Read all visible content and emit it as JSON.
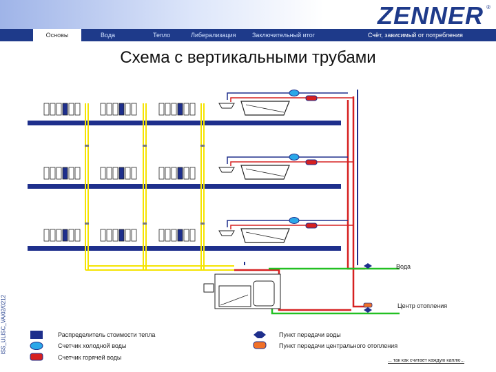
{
  "header": {
    "logo": "ZENNER",
    "tabs": [
      {
        "label": "Основы",
        "active": true
      },
      {
        "label": "Вода",
        "active": false
      },
      {
        "label": "Тепло",
        "active": false
      },
      {
        "label": "Либерализация",
        "active": false
      },
      {
        "label": "Заключительный итог",
        "active": false
      }
    ],
    "right_label": "Счёт, зависимый от потребления"
  },
  "title": "Схема с вертикальными трубами",
  "side_code": "ISS_ULISC_VA/02/0212",
  "diagram": {
    "water_label": "Вода",
    "heating_label": "Центр отопления",
    "colors": {
      "floor": "#1e2f8c",
      "hot_pipe": "#d62020",
      "cold_pipe": "#1e2f8c",
      "riser": "#f5e400",
      "feed": "#22c022"
    }
  },
  "legend": [
    {
      "label": "Распределитель стоимости тепла",
      "icon": "heat-cost-allocator-icon"
    },
    {
      "label": "Счетчик холодной воды",
      "icon": "cold-water-meter-icon"
    },
    {
      "label": "Счетчик горячей воды",
      "icon": "hot-water-meter-icon"
    },
    {
      "label": "Пункт передачи воды",
      "icon": "water-transfer-point-icon"
    },
    {
      "label": "Пункт передачи центрального отопления",
      "icon": "central-heating-transfer-icon"
    }
  ],
  "footer_note": "... так как считает каждую каплю..."
}
